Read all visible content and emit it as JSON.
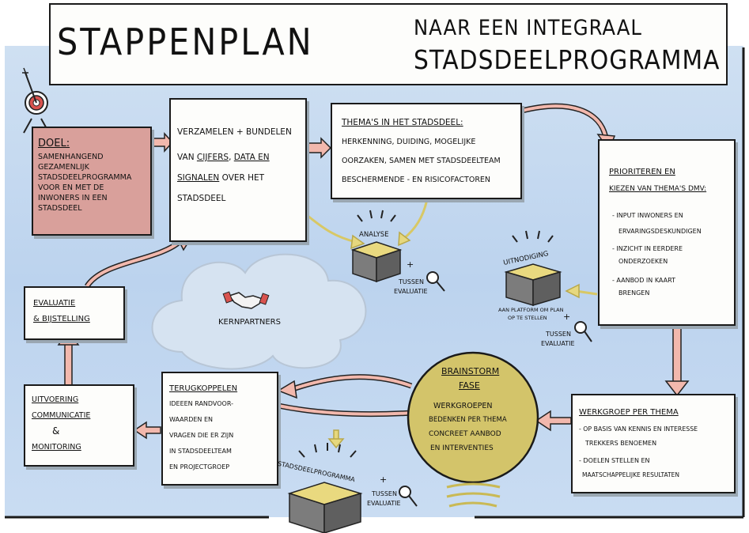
{
  "header": {
    "title": "STAPPENPLAN",
    "subtitle_line1": "NAAR EEN INTEGRAAL",
    "subtitle_line2": "STADSDEELPROGRAMMA"
  },
  "goal": {
    "heading": "DOEL:",
    "text": "SAMENHANGEND GEZAMENLIJK STADSDEELPROGRAMMA VOOR EN MET DE INWONERS IN EEN STADSDEEL"
  },
  "collect": {
    "l1": "VERZAMELEN + BUNDELEN",
    "l2a": "VAN ",
    "l2b": "CIJFERS",
    "l2c": ", ",
    "l2d": "DATA EN",
    "l3a": "SIGNALEN",
    "l3b": " OVER HET",
    "l4": "STADSDEEL"
  },
  "themes": {
    "heading": "THEMA'S IN HET STADSDEEL:",
    "l2": "HERKENNING, DUIDING, MOGELIJKE",
    "l3": "OORZAKEN, SAMEN MET STADSDEELTEAM",
    "l4": "BESCHERMENDE - EN RISICOFACTOREN"
  },
  "prioritize": {
    "heading1": "PRIORITEREN EN",
    "heading2": "KIEZEN VAN THEMA'S DMV:",
    "b1a": "- INPUT INWONERS EN",
    "b1b": "ERVARINGSDESKUNDIGEN",
    "b2a": "- INZICHT IN EERDERE",
    "b2b": "ONDERZOEKEN",
    "b3a": "- AANBOD IN KAART",
    "b3b": "BRENGEN"
  },
  "workgroup": {
    "heading": "WERKGROEP PER THEMA",
    "l2": "- OP BASIS VAN KENNIS EN INTERESSE",
    "l3": "TREKKERS BENOEMEN",
    "l4": "- DOELEN STELLEN EN",
    "l5": "MAATSCHAPPELIJKE RESULTATEN"
  },
  "brainstorm": {
    "heading1": "BRAINSTORM",
    "heading2": "FASE",
    "l1": "WERKGROEPEN",
    "l2": "BEDENKEN PER THEMA",
    "l3": "CONCREET AANBOD",
    "l4": "EN INTERVENTIES"
  },
  "feedback": {
    "heading": "TERUGKOPPELEN",
    "l2": "IDEEEN RANDVOOR-",
    "l3": "WAARDEN EN",
    "l4": "VRAGEN DIE ER ZIJN",
    "l5": "IN STADSDEELTEAM",
    "l6": "EN PROJECTGROEP"
  },
  "execution": {
    "l1": "UITVOERING",
    "l2": "COMMUNICATIE",
    "l3": "&",
    "l4": "MONITORING"
  },
  "evaluation": {
    "l1": "EVALUATIE",
    "l2": "& BIJSTELLING"
  },
  "cloud": {
    "label": "KERNPARTNERS"
  },
  "deliverables": {
    "analysis": "ANALYSE",
    "invitation": "UITNODIGING",
    "invitation_sub1": "AAN PLATFORM OM PLAN",
    "invitation_sub2": "OP TE STELLEN",
    "program": "STADSDEELPROGRAMMA",
    "plus": "+",
    "interim1": "TUSSEN",
    "interim2": "EVALUATIE"
  },
  "colors": {
    "goal_fill": "#d9a09b",
    "brainstorm_fill": "#d3c46a",
    "arrow_fill": "#f2b8ad",
    "sky": "#c6daf0",
    "box_top": "#e9d97f",
    "box_body": "#7c7c7c"
  }
}
